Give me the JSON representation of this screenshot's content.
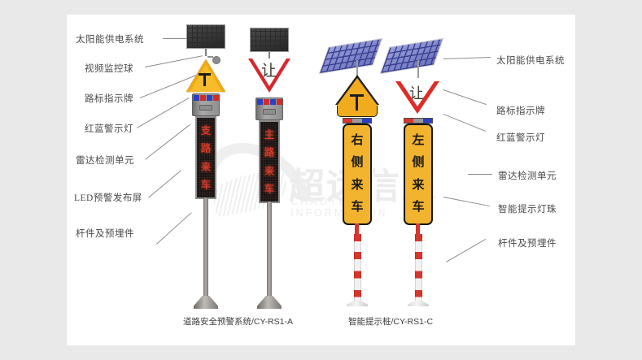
{
  "page": {
    "background_color": "#e9e9e9",
    "card_color": "#ffffff"
  },
  "watermark": {
    "text": "超远信息",
    "subtext": "CHAOYUAN INFORMATION"
  },
  "left_labels": [
    {
      "id": "solar-power-system",
      "text": "太阳能供电系统"
    },
    {
      "id": "video-monitoring-ball",
      "text": "视频监控球"
    },
    {
      "id": "road-sign-board",
      "text": "路标指示牌"
    },
    {
      "id": "red-blue-warning-light",
      "text": "红蓝警示灯"
    },
    {
      "id": "radar-detection-unit",
      "text": "雷达检测单元"
    },
    {
      "id": "led-warning-display",
      "text": "LED预警发布屏"
    },
    {
      "id": "pole-and-embedded-parts",
      "text": "杆件及预埋件"
    }
  ],
  "right_labels": [
    {
      "id": "solar-power-system",
      "text": "太阳能供电系统"
    },
    {
      "id": "road-sign-board",
      "text": "路标指示牌"
    },
    {
      "id": "red-blue-warning-light",
      "text": "红蓝警示灯"
    },
    {
      "id": "radar-detection-unit",
      "text": "雷达检测单元"
    },
    {
      "id": "smart-indicator-lamp-bead",
      "text": "智能提示灯珠"
    },
    {
      "id": "pole-and-embedded-parts",
      "text": "杆件及预埋件"
    }
  ],
  "captions": {
    "left": "道路安全预警系统/CY-RS1-A",
    "right": "智能提示桩/CY-RS1-C"
  },
  "devices": {
    "device_a": {
      "name": "道路安全预警系统 A",
      "sign_type": "warning-triangle",
      "sign_symbol": "T-junction",
      "led_message": [
        "支",
        "路",
        "来",
        "车"
      ],
      "led_color": "#e03b2a",
      "lamps": [
        "blue",
        "red",
        "blue",
        "red"
      ],
      "pole_color": "#8f8b86"
    },
    "device_b": {
      "name": "道路安全预警系统 B",
      "sign_type": "yield-triangle",
      "sign_symbol": "让",
      "led_message": [
        "主",
        "路",
        "来",
        "车"
      ],
      "led_color": "#e03b2a",
      "lamps": [
        "blue",
        "red",
        "blue",
        "red"
      ],
      "pole_color": "#8f8b86"
    },
    "device_c": {
      "name": "智能提示桩 C",
      "sign_type": "warning-triangle",
      "sign_symbol": "T-junction",
      "board_message": [
        "右",
        "侧",
        "来",
        "车"
      ],
      "board_color": "#f2b32e",
      "lamps": [
        "red",
        "blue"
      ],
      "pole_color": "#d8352c"
    },
    "device_d": {
      "name": "智能提示桩 D",
      "sign_type": "yield-triangle",
      "sign_symbol": "让",
      "board_message": [
        "左",
        "侧",
        "来",
        "车"
      ],
      "board_color": "#f2b32e",
      "lamps": [
        "red",
        "blue"
      ],
      "pole_color": "#d8352c"
    }
  }
}
